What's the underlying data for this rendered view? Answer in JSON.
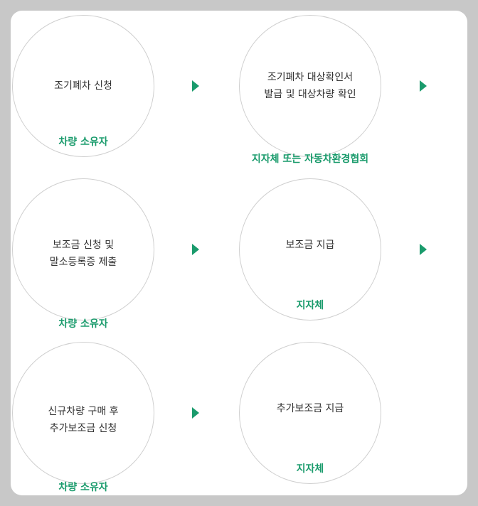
{
  "steps": [
    {
      "title_lines": [
        "조기폐차 신청"
      ],
      "actor": "차량 소유자"
    },
    {
      "title_lines": [
        "조기폐차 대상확인서",
        "발급 및 대상차량 확인"
      ],
      "actor": "지자체 또는 자동차환경협회"
    },
    {
      "title_lines": [
        "보조금 신청 및",
        "말소등록증 제출"
      ],
      "actor": "차량 소유자"
    },
    {
      "title_lines": [
        "보조금 지급"
      ],
      "actor": "지자체"
    },
    {
      "title_lines": [
        "신규차량 구매 후",
        "추가보조금 신청"
      ],
      "actor": "차량 소유자"
    },
    {
      "title_lines": [
        "추가보조금 지급"
      ],
      "actor": "지자체"
    }
  ],
  "colors": {
    "accent": "#1a9b6c",
    "border": "#cfcfcf",
    "text": "#333333",
    "background": "#c8c8c8",
    "card": "#ffffff"
  },
  "icons": {
    "arrow": "triangle-right-icon"
  }
}
